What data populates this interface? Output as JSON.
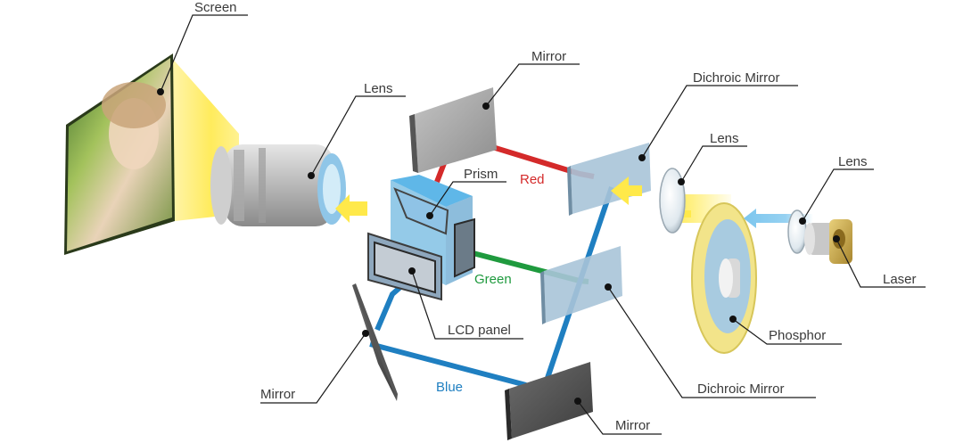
{
  "diagram": {
    "labels": {
      "screen": "Screen",
      "lens_projection": "Lens",
      "mirror_top": "Mirror",
      "prism": "Prism",
      "dichroic_mirror_top": "Dichroic Mirror",
      "lens_middle": "Lens",
      "lens_laser": "Lens",
      "laser": "Laser",
      "phosphor": "Phosphor",
      "lcd_panel": "LCD panel",
      "mirror_left": "Mirror",
      "dichroic_mirror_bottom": "Dichroic Mirror",
      "mirror_bottom": "Mirror"
    },
    "beams": {
      "red": "Red",
      "green": "Green",
      "blue": "Blue"
    },
    "colors": {
      "red_beam": "#d42a2a",
      "green_beam": "#1f9a3e",
      "blue_beam": "#1f7fc1",
      "light_yellow": "#ffe94a",
      "laser_blue": "#7cc6ee",
      "mirror_gray": "#9a9a9a",
      "dichroic_blue": "#a8c4d8",
      "phosphor_yellow": "#f2e48a"
    }
  }
}
